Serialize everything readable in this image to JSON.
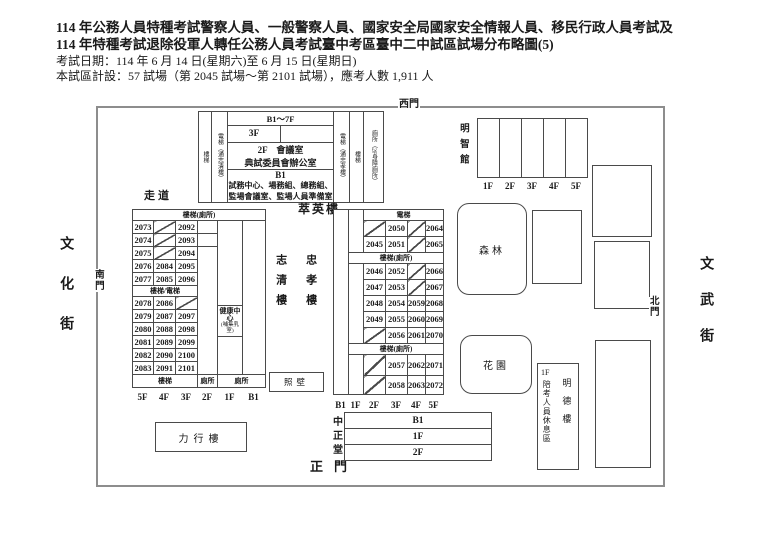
{
  "title": {
    "line1": "114 年公務人員特種考試警察人員、一般警察人員、國家安全局國家安全情報人員、移民行政人員考試及",
    "line2": "114 年特種考試退除役軍人轉任公務人員考試臺中考區臺中二中試區試場分布略圖(5)",
    "line3": "考試日期：114 年 6 月 14 日(星期六)至 6 月 15 日(星期日)",
    "line4": "本試區計設：57 試場（第 2045 試場～第 2101 試場），應考人數 1,911 人"
  },
  "streets": {
    "left": "文化街",
    "right": "文武街"
  },
  "gates": {
    "west": "西門",
    "south": "南門",
    "north": "北門",
    "main": "正門"
  },
  "corridor_label": "走道",
  "cuiying": {
    "name": "萃英樓",
    "stair_left": "樓梯",
    "elevator_left": "電梯（通志清樓）",
    "elevator_right": "電梯（通忠孝樓）",
    "stair_right": "樓梯",
    "toilet_right": "廁所（2F身障廁所）",
    "row_top": "B1～7F",
    "row_3f": "3F",
    "row_2f_line1": "2F　會議室",
    "row_2f_line2": "典試委員會辦公室",
    "row_b1_line1": "B1",
    "row_b1_line2": "試務中心、場務組、總務組、",
    "row_b1_line3": "監場會議室、監場人員準備室"
  },
  "zhiqing": {
    "name": "志清樓",
    "top_header": "樓梯(廁所)",
    "mid_header": "樓梯/電梯",
    "floors": [
      "5F",
      "4F",
      "3F",
      "2F",
      "1F",
      "B1"
    ],
    "rows_upper": [
      [
        "2073",
        "/",
        "2092"
      ],
      [
        "2074",
        "/",
        "2093"
      ],
      [
        "2075",
        "/",
        "2094"
      ],
      [
        "2076",
        "2084",
        "2095"
      ],
      [
        "2077",
        "2085",
        "2096"
      ]
    ],
    "rows_lower": [
      [
        "2078",
        "2086",
        "/"
      ],
      [
        "2079",
        "2087",
        "2097"
      ],
      [
        "2080",
        "2088",
        "2098"
      ],
      [
        "2081",
        "2089",
        "2099"
      ],
      [
        "2082",
        "2090",
        "2100"
      ],
      [
        "2083",
        "2091",
        "2101"
      ]
    ],
    "footer_stair": "樓梯",
    "footer_toilet_2f": "廁所",
    "footer_toilet_1f": "廁所",
    "health_center": "健康中心",
    "health_center_sub": "(哺集乳室)"
  },
  "zhongxiao": {
    "name": "忠孝樓",
    "elevator_header": "電梯",
    "stair_header_1": "樓梯(廁所)",
    "stair_header_2": "樓梯(廁所)",
    "floors": [
      "B1",
      "1F",
      "2F",
      "3F",
      "4F",
      "5F"
    ],
    "rows_top": [
      [
        "/",
        "2050",
        "/",
        "2064"
      ],
      [
        "2045",
        "2051",
        "/",
        "2065"
      ]
    ],
    "rows_mid": [
      [
        "2046",
        "2052",
        "/",
        "2066"
      ],
      [
        "2047",
        "2053",
        "/",
        "2067"
      ],
      [
        "2048",
        "2054",
        "2059",
        "2068"
      ],
      [
        "2049",
        "2055",
        "2060",
        "2069"
      ],
      [
        "/",
        "2056",
        "2061",
        "2070"
      ]
    ],
    "rows_bottom": [
      [
        "/",
        "2057",
        "2062",
        "2071"
      ],
      [
        "/",
        "2058",
        "2063",
        "2072"
      ]
    ]
  },
  "mingzhi": {
    "name": "明智館",
    "floors": [
      "1F",
      "2F",
      "3F",
      "4F",
      "5F"
    ]
  },
  "forest": "森林",
  "garden": "花園",
  "mingde": {
    "name": "明德樓",
    "note_floor": "1F",
    "note": "陪考人員休息區"
  },
  "zhongzheng": {
    "name": "中正堂",
    "floors": [
      "B1",
      "1F",
      "2F"
    ]
  },
  "lixing": "力行樓",
  "zhaobi": "照壁"
}
